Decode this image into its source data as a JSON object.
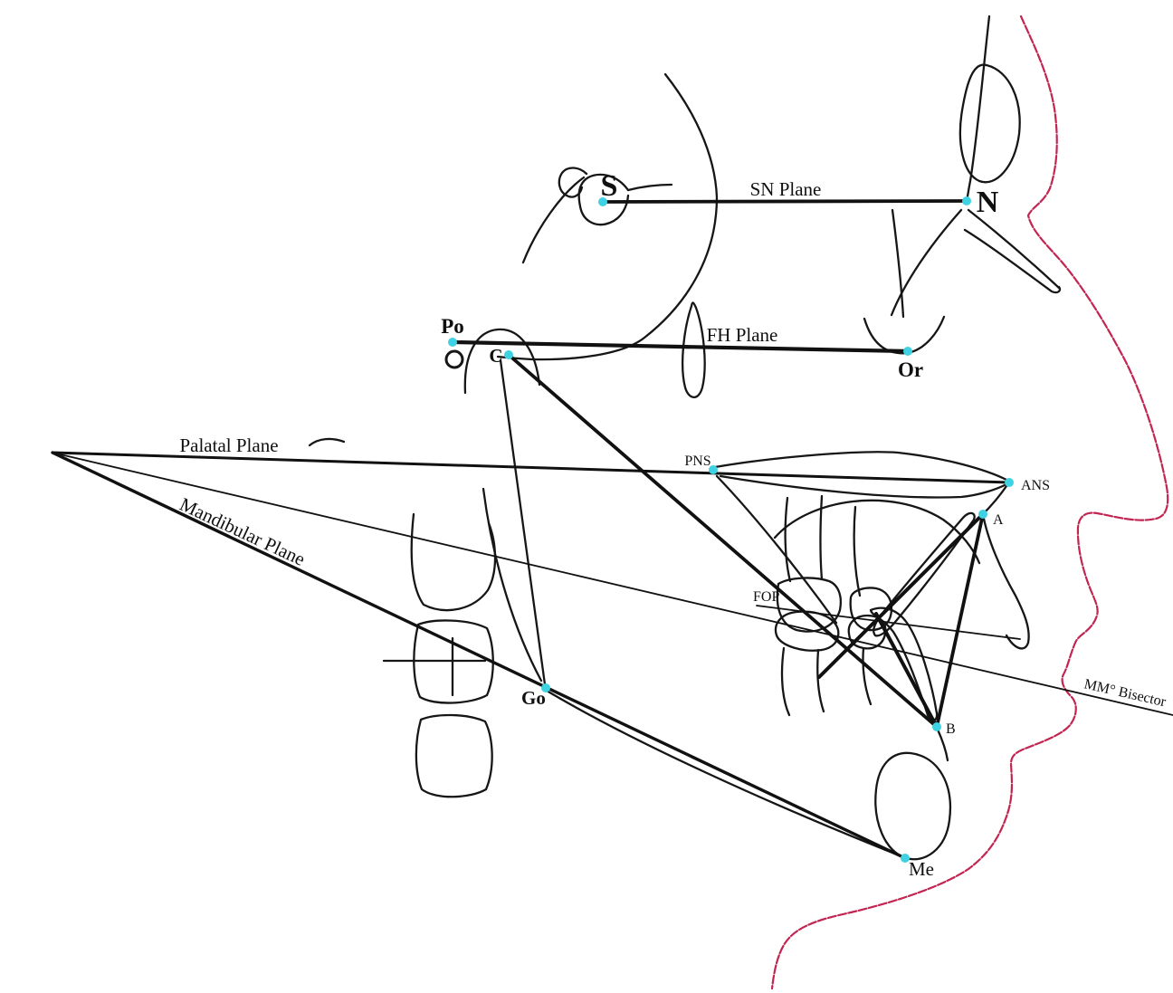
{
  "diagram": {
    "type": "cephalometric-tracing",
    "colors": {
      "tracing": "#161616",
      "soft_tissue_profile": "#c32552",
      "landmark_dot": "#3ed2e2",
      "label_text": "#101010",
      "background": "#ffffff"
    },
    "landmarks": [
      {
        "id": "S",
        "label": "S"
      },
      {
        "id": "N",
        "label": "N"
      },
      {
        "id": "Po",
        "label": "Po"
      },
      {
        "id": "Or",
        "label": "Or"
      },
      {
        "id": "C",
        "label": "C"
      },
      {
        "id": "PNS",
        "label": "PNS"
      },
      {
        "id": "ANS",
        "label": "ANS"
      },
      {
        "id": "A",
        "label": "A"
      },
      {
        "id": "B",
        "label": "B"
      },
      {
        "id": "Go",
        "label": "Go"
      },
      {
        "id": "Me",
        "label": "Me"
      }
    ],
    "planes": [
      {
        "id": "sn",
        "label": "SN Plane"
      },
      {
        "id": "fh",
        "label": "FH Plane"
      },
      {
        "id": "palatal",
        "label": "Palatal Plane"
      },
      {
        "id": "mandibular",
        "label": "Mandibular Plane"
      },
      {
        "id": "fop",
        "label": "FOP"
      },
      {
        "id": "mm",
        "label": "MM° Bisector"
      }
    ]
  }
}
